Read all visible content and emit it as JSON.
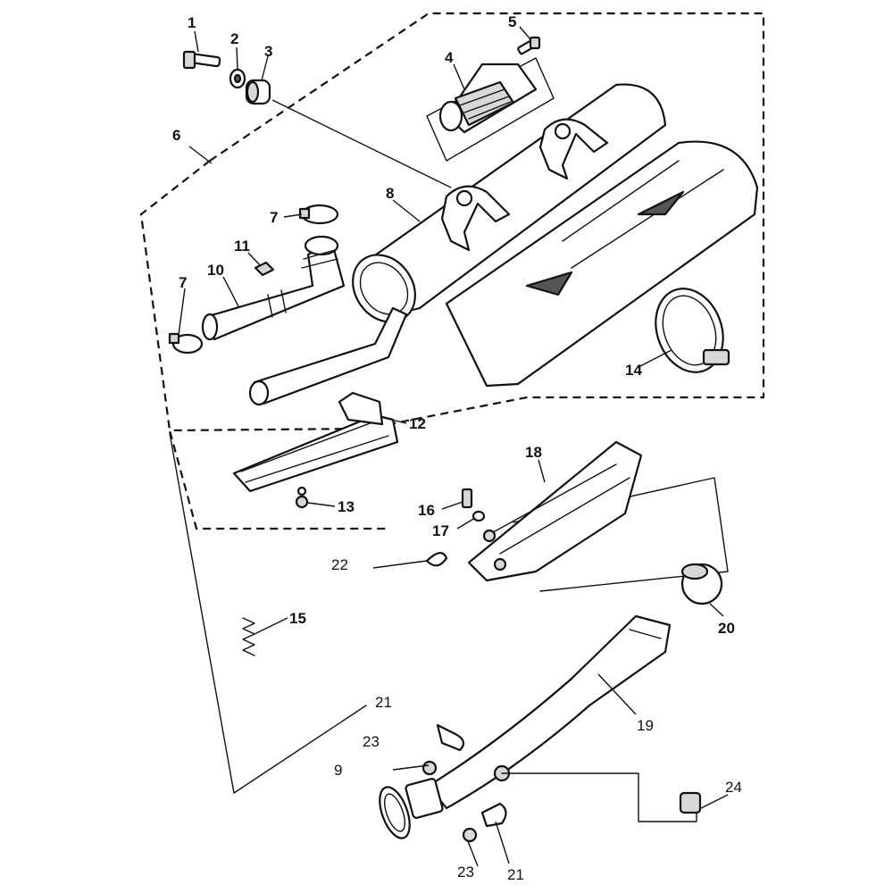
{
  "callouts": [
    {
      "id": "c1",
      "text": "1"
    },
    {
      "id": "c2",
      "text": "2"
    },
    {
      "id": "c3",
      "text": "3"
    },
    {
      "id": "c4",
      "text": "4"
    },
    {
      "id": "c5",
      "text": "5"
    },
    {
      "id": "c6",
      "text": "6"
    },
    {
      "id": "c7a",
      "text": "7"
    },
    {
      "id": "c7b",
      "text": "7"
    },
    {
      "id": "c8",
      "text": "8"
    },
    {
      "id": "c9",
      "text": "9"
    },
    {
      "id": "c10",
      "text": "10"
    },
    {
      "id": "c11",
      "text": "11"
    },
    {
      "id": "c12",
      "text": "12"
    },
    {
      "id": "c13",
      "text": "13"
    },
    {
      "id": "c14",
      "text": "14"
    },
    {
      "id": "c15",
      "text": "15"
    },
    {
      "id": "c16",
      "text": "16"
    },
    {
      "id": "c17",
      "text": "17"
    },
    {
      "id": "c18",
      "text": "18"
    },
    {
      "id": "c19",
      "text": "19"
    },
    {
      "id": "c20",
      "text": "20"
    },
    {
      "id": "c21a",
      "text": "21"
    },
    {
      "id": "c21b",
      "text": "21"
    },
    {
      "id": "c22",
      "text": "22"
    },
    {
      "id": "c23a",
      "text": "23"
    },
    {
      "id": "c23b",
      "text": "23"
    },
    {
      "id": "c24",
      "text": "24"
    }
  ]
}
